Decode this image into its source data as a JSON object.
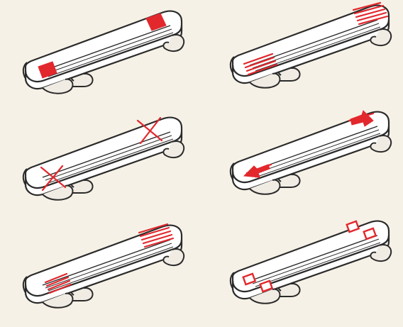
{
  "figure": {
    "panels": [
      {
        "id": "a",
        "marking": "stitch-bars-ends"
      },
      {
        "id": "b",
        "marking": "stitch-bars-wide-ends"
      },
      {
        "id": "c",
        "marking": "cross-stitch-ends"
      },
      {
        "id": "d",
        "marking": "arrow-tab-ends"
      },
      {
        "id": "e",
        "marking": "stitch-bars-long-ends"
      },
      {
        "id": "f",
        "marking": "square-box-stitch-ends"
      }
    ],
    "colors": {
      "background": "#f6f1e6",
      "outline": "#2b2b2b",
      "marking": "#e2282d"
    }
  }
}
